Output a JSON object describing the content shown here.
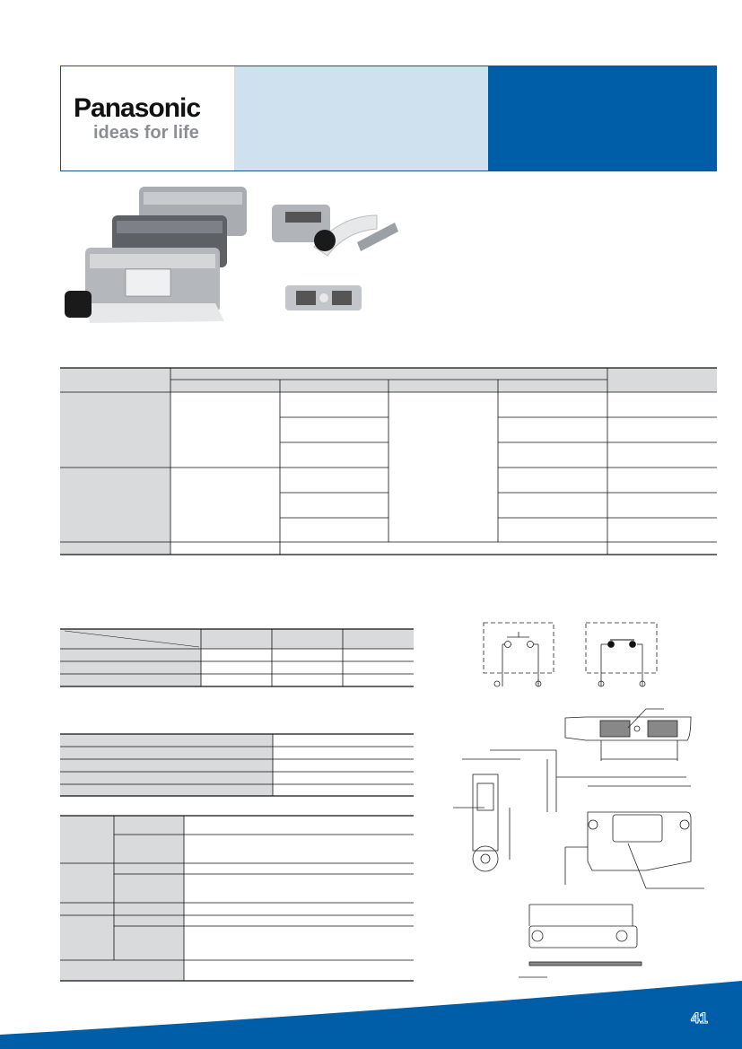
{
  "header": {
    "brand": "Panasonic",
    "tagline": "ideas for life",
    "colors": {
      "light_band": "#cfe0ef",
      "dark_band": "#005ea8",
      "table_shade": "#d9dadc"
    }
  },
  "footer": {
    "page_number": "41"
  }
}
